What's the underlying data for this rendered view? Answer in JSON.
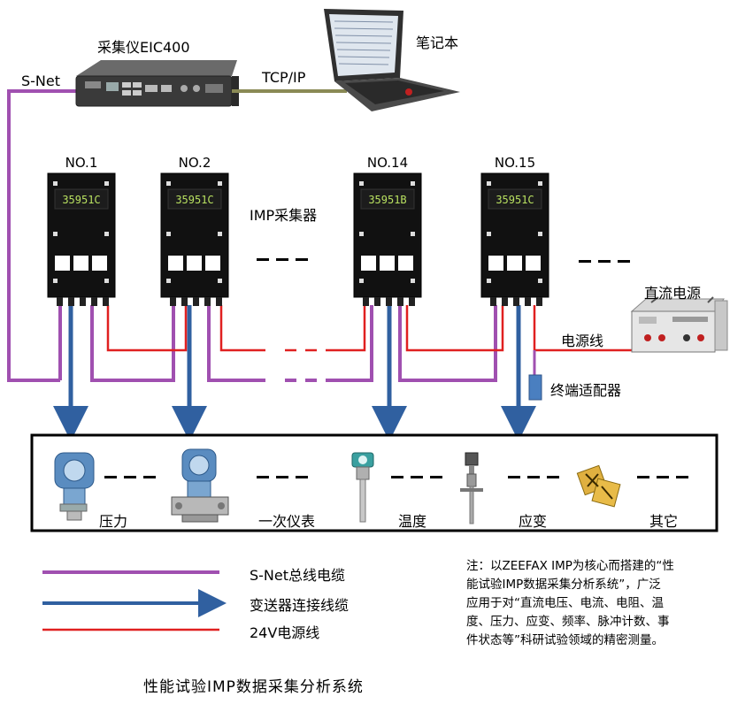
{
  "labels": {
    "daq": "采集仪EIC400",
    "laptop": "笔记本",
    "snet": "S-Net",
    "tcpip": "TCP/IP",
    "imp": "IMP采集器",
    "dc_power": "直流电源",
    "power_line": "电源线",
    "terminator": "终端适配器"
  },
  "collectors": [
    {
      "name": "NO.1",
      "display": "35951C"
    },
    {
      "name": "NO.2",
      "display": "35951C"
    },
    {
      "name": "NO.14",
      "display": "35951B"
    },
    {
      "name": "NO.15",
      "display": "35951C"
    }
  ],
  "ellipsis": "———",
  "sensors": {
    "pressure": "压力",
    "instrument": "一次仪表",
    "temperature": "温度",
    "strain": "应变",
    "other": "其它"
  },
  "legend": [
    {
      "label": "S-Net总线电缆",
      "color": "#a050b0"
    },
    {
      "label": "变送器连接线缆",
      "color": "#3060a0"
    },
    {
      "label": "24V电源线",
      "color": "#e02020"
    }
  ],
  "note_lines": [
    "注：以ZEEFAX IMP为核心而搭建的“性",
    "能试验IMP数据采集分析系统”，广泛",
    "应用于对“直流电压、电流、电阻、温",
    "度、压力、应变、频率、脉冲计数、事",
    "件状态等”科研试验领域的精密测量。"
  ],
  "caption": "性能试验IMP数据采集分析系统"
}
